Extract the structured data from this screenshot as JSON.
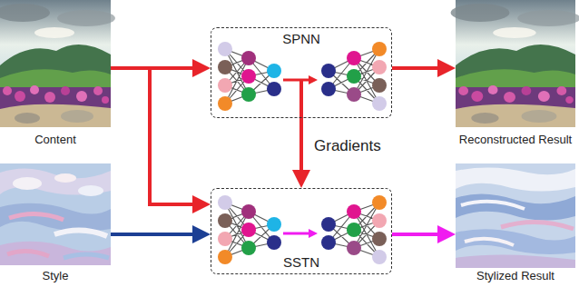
{
  "diagram": {
    "nodes": [
      {
        "text": [
          "Content"
        ]
      },
      {
        "text": [
          "SPNN"
        ]
      },
      {
        "text": [
          "Reconstructed Result"
        ]
      },
      {
        "text": [
          "Style"
        ]
      },
      {
        "text": [
          "SSTN"
        ]
      },
      {
        "text": [
          "Stylized Result"
        ]
      }
    ],
    "edges": [
      {
        "from": 0,
        "to": 1,
        "arrow": "to"
      },
      {
        "from": 0,
        "to": 4,
        "arrow": "to"
      },
      {
        "from": 1,
        "to": 2,
        "arrow": "to"
      },
      {
        "from": 1,
        "to": 4,
        "arrow": "to",
        "label": "Gradients"
      },
      {
        "from": 3,
        "to": 4,
        "arrow": "to"
      },
      {
        "from": 4,
        "to": 5,
        "arrow": "to"
      }
    ]
  }
}
